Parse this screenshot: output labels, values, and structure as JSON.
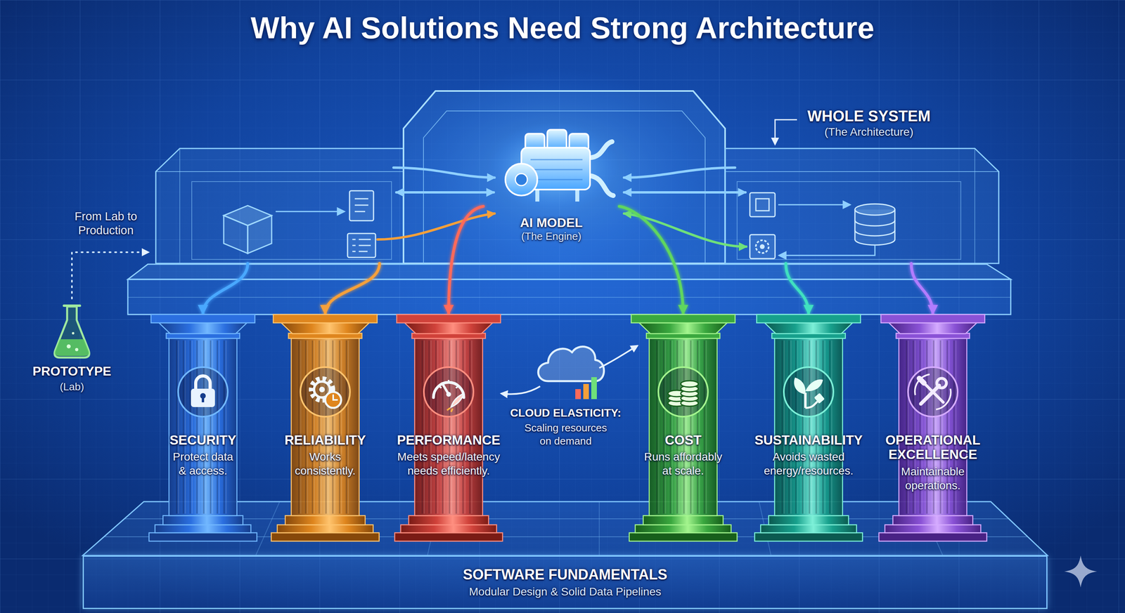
{
  "diagram": {
    "title": "Why AI Solutions Need Strong Architecture",
    "nodes": [
      {
        "text": [
          "WHOLE SYSTEM",
          "(The Architecture)"
        ]
      },
      {
        "text": [
          "AI MODEL",
          "(The Engine)"
        ],
        "in": 0
      },
      {
        "text": [
          "SECURITY",
          "Protect data & access."
        ]
      },
      {
        "text": [
          "RELIABILITY",
          "Works consistently."
        ]
      },
      {
        "text": [
          "PERFORMANCE",
          "Meets speed/latency needs efficiently."
        ]
      },
      {
        "text": [
          "COST",
          "Runs affordably at scale."
        ]
      },
      {
        "text": [
          "SUSTAINABILITY",
          "Avoids wasted energy/resources."
        ]
      },
      {
        "text": [
          "OPERATIONAL EXCELLENCE",
          "Maintainable operations."
        ]
      },
      {
        "text": [
          "SOFTWARE FUNDAMENTALS",
          "Modular Design & Solid Data Pipelines"
        ]
      }
    ],
    "edges": [
      {
        "from": 0,
        "to": 2,
        "arrow": "to"
      },
      {
        "from": 0,
        "to": 3,
        "arrow": "to"
      },
      {
        "from": 1,
        "to": 4,
        "arrow": "to"
      },
      {
        "from": 1,
        "to": 5,
        "arrow": "to"
      },
      {
        "from": 0,
        "to": 6,
        "arrow": "to"
      },
      {
        "from": 0,
        "to": 7,
        "arrow": "to"
      }
    ],
    "labels": [
      "From Lab to Production",
      "PROTOTYPE",
      "(Lab)",
      "CLOUD ELASTICITY:",
      "Scaling resources on demand"
    ]
  }
}
